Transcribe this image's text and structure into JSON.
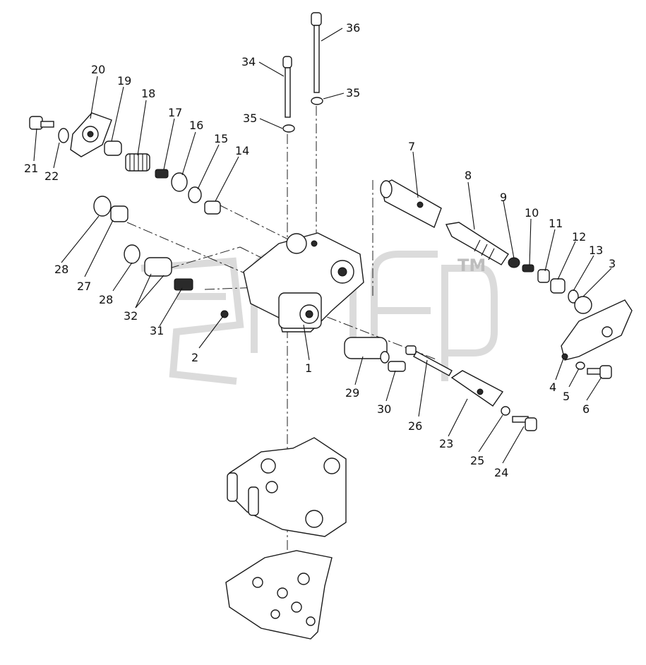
{
  "watermark": {
    "text": "ancp",
    "tm": "TM"
  },
  "labels": {
    "p1": "1",
    "p2": "2",
    "p3": "3",
    "p4": "4",
    "p5": "5",
    "p6": "6",
    "p7": "7",
    "p8": "8",
    "p9": "9",
    "p10": "10",
    "p11": "11",
    "p12": "12",
    "p13": "13",
    "p14": "14",
    "p15": "15",
    "p16": "16",
    "p17": "17",
    "p18": "18",
    "p19": "19",
    "p20": "20",
    "p21": "21",
    "p22": "22",
    "p23": "23",
    "p24": "24",
    "p25": "25",
    "p26": "26",
    "p27": "27",
    "p28a": "28",
    "p28b": "28",
    "p29": "29",
    "p30": "30",
    "p31": "31",
    "p32": "32",
    "p34": "34",
    "p35a": "35",
    "p35b": "35",
    "p36": "36"
  },
  "colors": {
    "line": "#1a1a1a",
    "watermark": "#bdbdbd"
  }
}
